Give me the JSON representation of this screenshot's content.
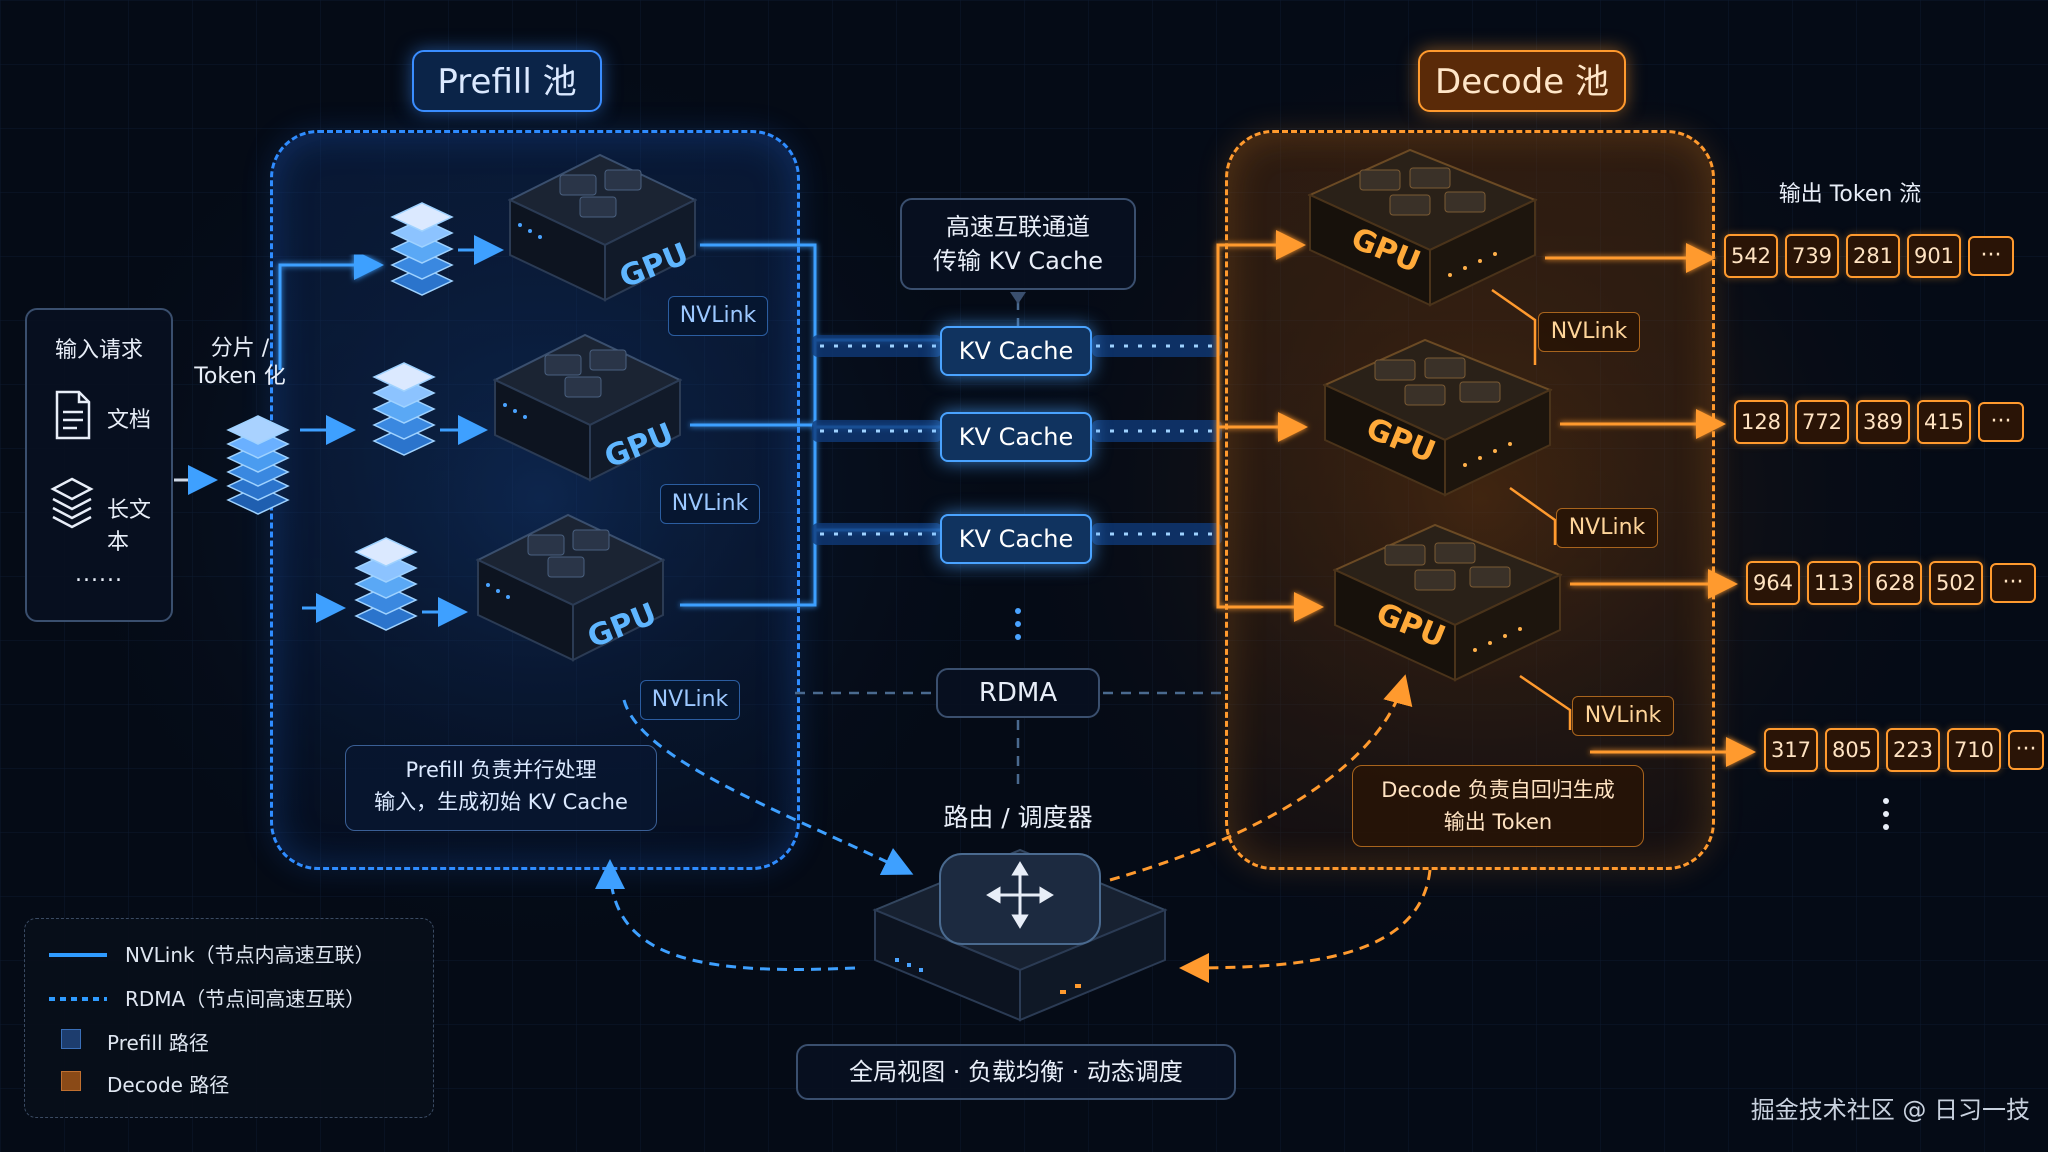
{
  "prefill_pool": {
    "title": "Prefill 池",
    "description_line1": "Prefill 负责并行处理",
    "description_line2": "输入，生成初始 KV Cache"
  },
  "decode_pool": {
    "title": "Decode 池",
    "description_line1": "Decode 负责自回归生成",
    "description_line2": "输出 Token"
  },
  "gpu_label": "GPU",
  "nvlink_label": "NVLink",
  "input": {
    "title": "输入请求",
    "items": [
      "文档",
      "长文本"
    ],
    "more": "......"
  },
  "shard_label_line1": "分片 /",
  "shard_label_line2": "Token 化",
  "channel": {
    "line1": "高速互联通道",
    "line2": "传输 KV Cache"
  },
  "kv_cache_label": "KV Cache",
  "rdma_label": "RDMA",
  "router": {
    "title": "路由 / 调度器",
    "caption": "全局视图 · 负载均衡 · 动态调度"
  },
  "output": {
    "title": "输出 Token 流",
    "streams": [
      [
        "542",
        "739",
        "281",
        "901"
      ],
      [
        "128",
        "772",
        "389",
        "415"
      ],
      [
        "964",
        "113",
        "628",
        "502"
      ],
      [
        "317",
        "805",
        "223",
        "710"
      ]
    ],
    "more": "···"
  },
  "legend": [
    {
      "label": "NVLink（节点内高速互联）",
      "color": "#2f9bff"
    },
    {
      "label": "RDMA（节点间高速互联）",
      "color": "#2f9bff"
    },
    {
      "label": "Prefill 路径",
      "color": "#1d3d6e"
    },
    {
      "label": "Decode 路径",
      "color": "#8a4a17"
    }
  ],
  "watermark": "掘金技术社区 @ 日习一技",
  "colors": {
    "blue": "#2f8cff",
    "orange": "#ff9a2e",
    "background": "#050b16"
  }
}
